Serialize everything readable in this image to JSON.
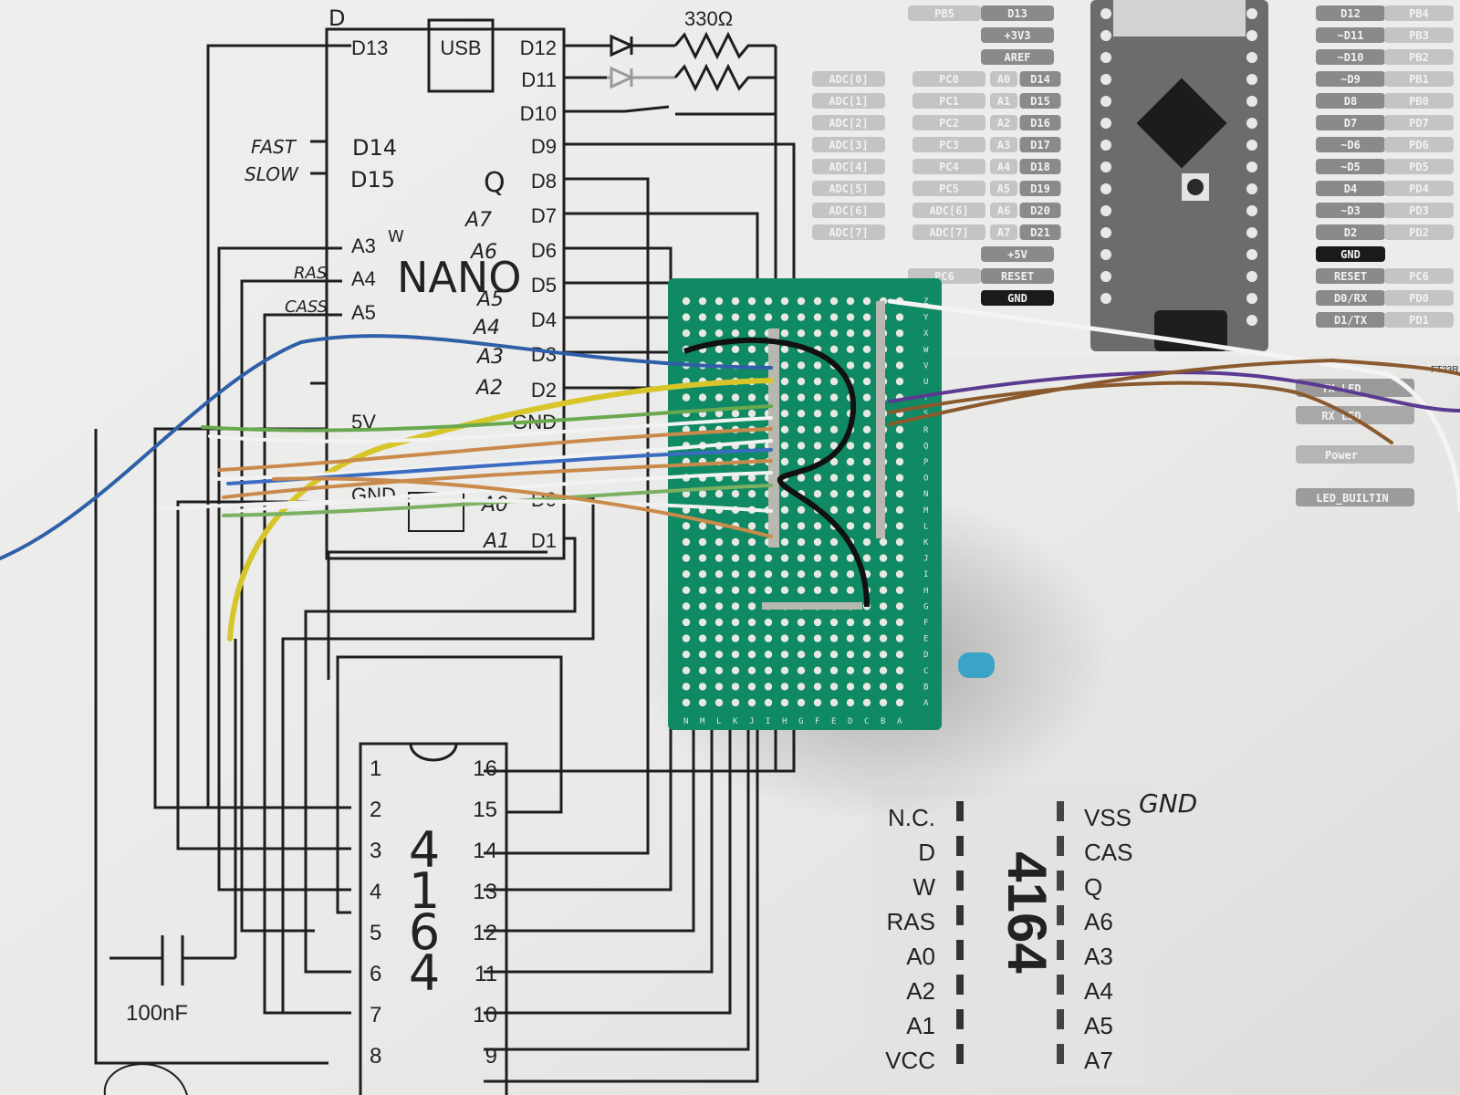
{
  "colors": {
    "paper": "#eeeeec",
    "ink": "#1e1e1e",
    "pcb_green": "#0f8a64",
    "pcb_hole": "#e8e8e2",
    "wire_blue": "#2f5fa8",
    "wire_yellow": "#d7c52a",
    "wire_white": "#f2f2f2",
    "wire_green": "#6aa84f",
    "wire_orange": "#c98a4b",
    "wire_brown": "#8a5a2e",
    "wire_purple": "#5b3a91",
    "wire_black": "#111111"
  },
  "handwritten": {
    "d_top": "D",
    "fast": "FAST",
    "slow": "SLOW",
    "ras": "RAS",
    "cass": "CASS",
    "w": "W",
    "q": "Q",
    "a7": "A7",
    "a6": "A6",
    "a5": "A5",
    "a4": "A4",
    "a3": "A3",
    "a2": "A2",
    "a0": "A0",
    "a1": "A1",
    "gnd_right": "GND",
    "d14": "D14",
    "d15": "D15",
    "nano": "NANO",
    "res_value": "330Ω"
  },
  "nano_pins_left": [
    "D13",
    "A3",
    "A4",
    "A5",
    "5V",
    "GND"
  ],
  "nano_pins_right": [
    "D12",
    "D11",
    "D10",
    "D9",
    "D8",
    "D7",
    "D6",
    "D5",
    "D4",
    "D3",
    "D2",
    "GND",
    "D0",
    "D1"
  ],
  "usb_label": "USB",
  "chip_4164": {
    "label_digits": [
      "4",
      "1",
      "6",
      "4"
    ],
    "pins_left": [
      "1",
      "2",
      "3",
      "4",
      "5",
      "6",
      "7",
      "8"
    ],
    "pins_right": [
      "16",
      "15",
      "14",
      "13",
      "12",
      "11",
      "10",
      "9"
    ]
  },
  "capacitor_label": "100nF",
  "pinout_4164": {
    "left": [
      "N.C.",
      "D",
      "W",
      "RAS",
      "A0",
      "A2",
      "A1",
      "VCC"
    ],
    "right": [
      "VSS",
      "CAS",
      "Q",
      "A6",
      "A3",
      "A4",
      "A5",
      "A7"
    ],
    "title": "4164"
  },
  "nano_pinout_left": [
    [
      "PB5",
      "D13"
    ],
    [
      "",
      "+3V3"
    ],
    [
      "",
      "AREF"
    ],
    [
      "ADC[0]",
      "PC0",
      "A0",
      "D14"
    ],
    [
      "ADC[1]",
      "PC1",
      "A1",
      "D15"
    ],
    [
      "ADC[2]",
      "PC2",
      "A2",
      "D16"
    ],
    [
      "ADC[3]",
      "PC3",
      "A3",
      "D17"
    ],
    [
      "ADC[4]",
      "PC4",
      "A4",
      "D18"
    ],
    [
      "ADC[5]",
      "PC5",
      "A5",
      "D19"
    ],
    [
      "ADC[6]",
      "ADC[6]",
      "A6",
      "D20"
    ],
    [
      "ADC[7]",
      "ADC[7]",
      "A7",
      "D21"
    ],
    [
      "",
      "+5V"
    ],
    [
      "PC6",
      "RESET"
    ],
    [
      "",
      "GND"
    ]
  ],
  "nano_pinout_right": [
    [
      "D12",
      "PB4"
    ],
    [
      "~D11",
      "PB3"
    ],
    [
      "~D10",
      "PB2"
    ],
    [
      "~D9",
      "PB1"
    ],
    [
      "D8",
      "PB0"
    ],
    [
      "D7",
      "PD7"
    ],
    [
      "~D6",
      "PD6"
    ],
    [
      "~D5",
      "PD5"
    ],
    [
      "D4",
      "PD4"
    ],
    [
      "~D3",
      "PD3"
    ],
    [
      "D2",
      "PD2"
    ],
    [
      "GND",
      ""
    ],
    [
      "RESET",
      "PC6"
    ],
    [
      "D0/RX",
      "PD0"
    ],
    [
      "D1/TX",
      "PD1"
    ]
  ],
  "pinout_extras": {
    "ft": "FT23R",
    "tx_led": "TX LED",
    "rx_led": "RX LED",
    "power": "Power",
    "led_builtin": "LED_BUILTIN"
  },
  "pcb": {
    "row_letters_right": [
      "Z",
      "Y",
      "X",
      "W",
      "V",
      "U",
      "T",
      "S",
      "R",
      "Q",
      "P",
      "O",
      "N",
      "M",
      "L",
      "K",
      "J",
      "I",
      "H",
      "G",
      "F",
      "E",
      "D",
      "C",
      "B",
      "A"
    ],
    "column_letters_bottom": [
      "N",
      "M",
      "L",
      "K",
      "J",
      "I",
      "H",
      "G",
      "F",
      "E",
      "D",
      "C",
      "B",
      "A"
    ]
  }
}
